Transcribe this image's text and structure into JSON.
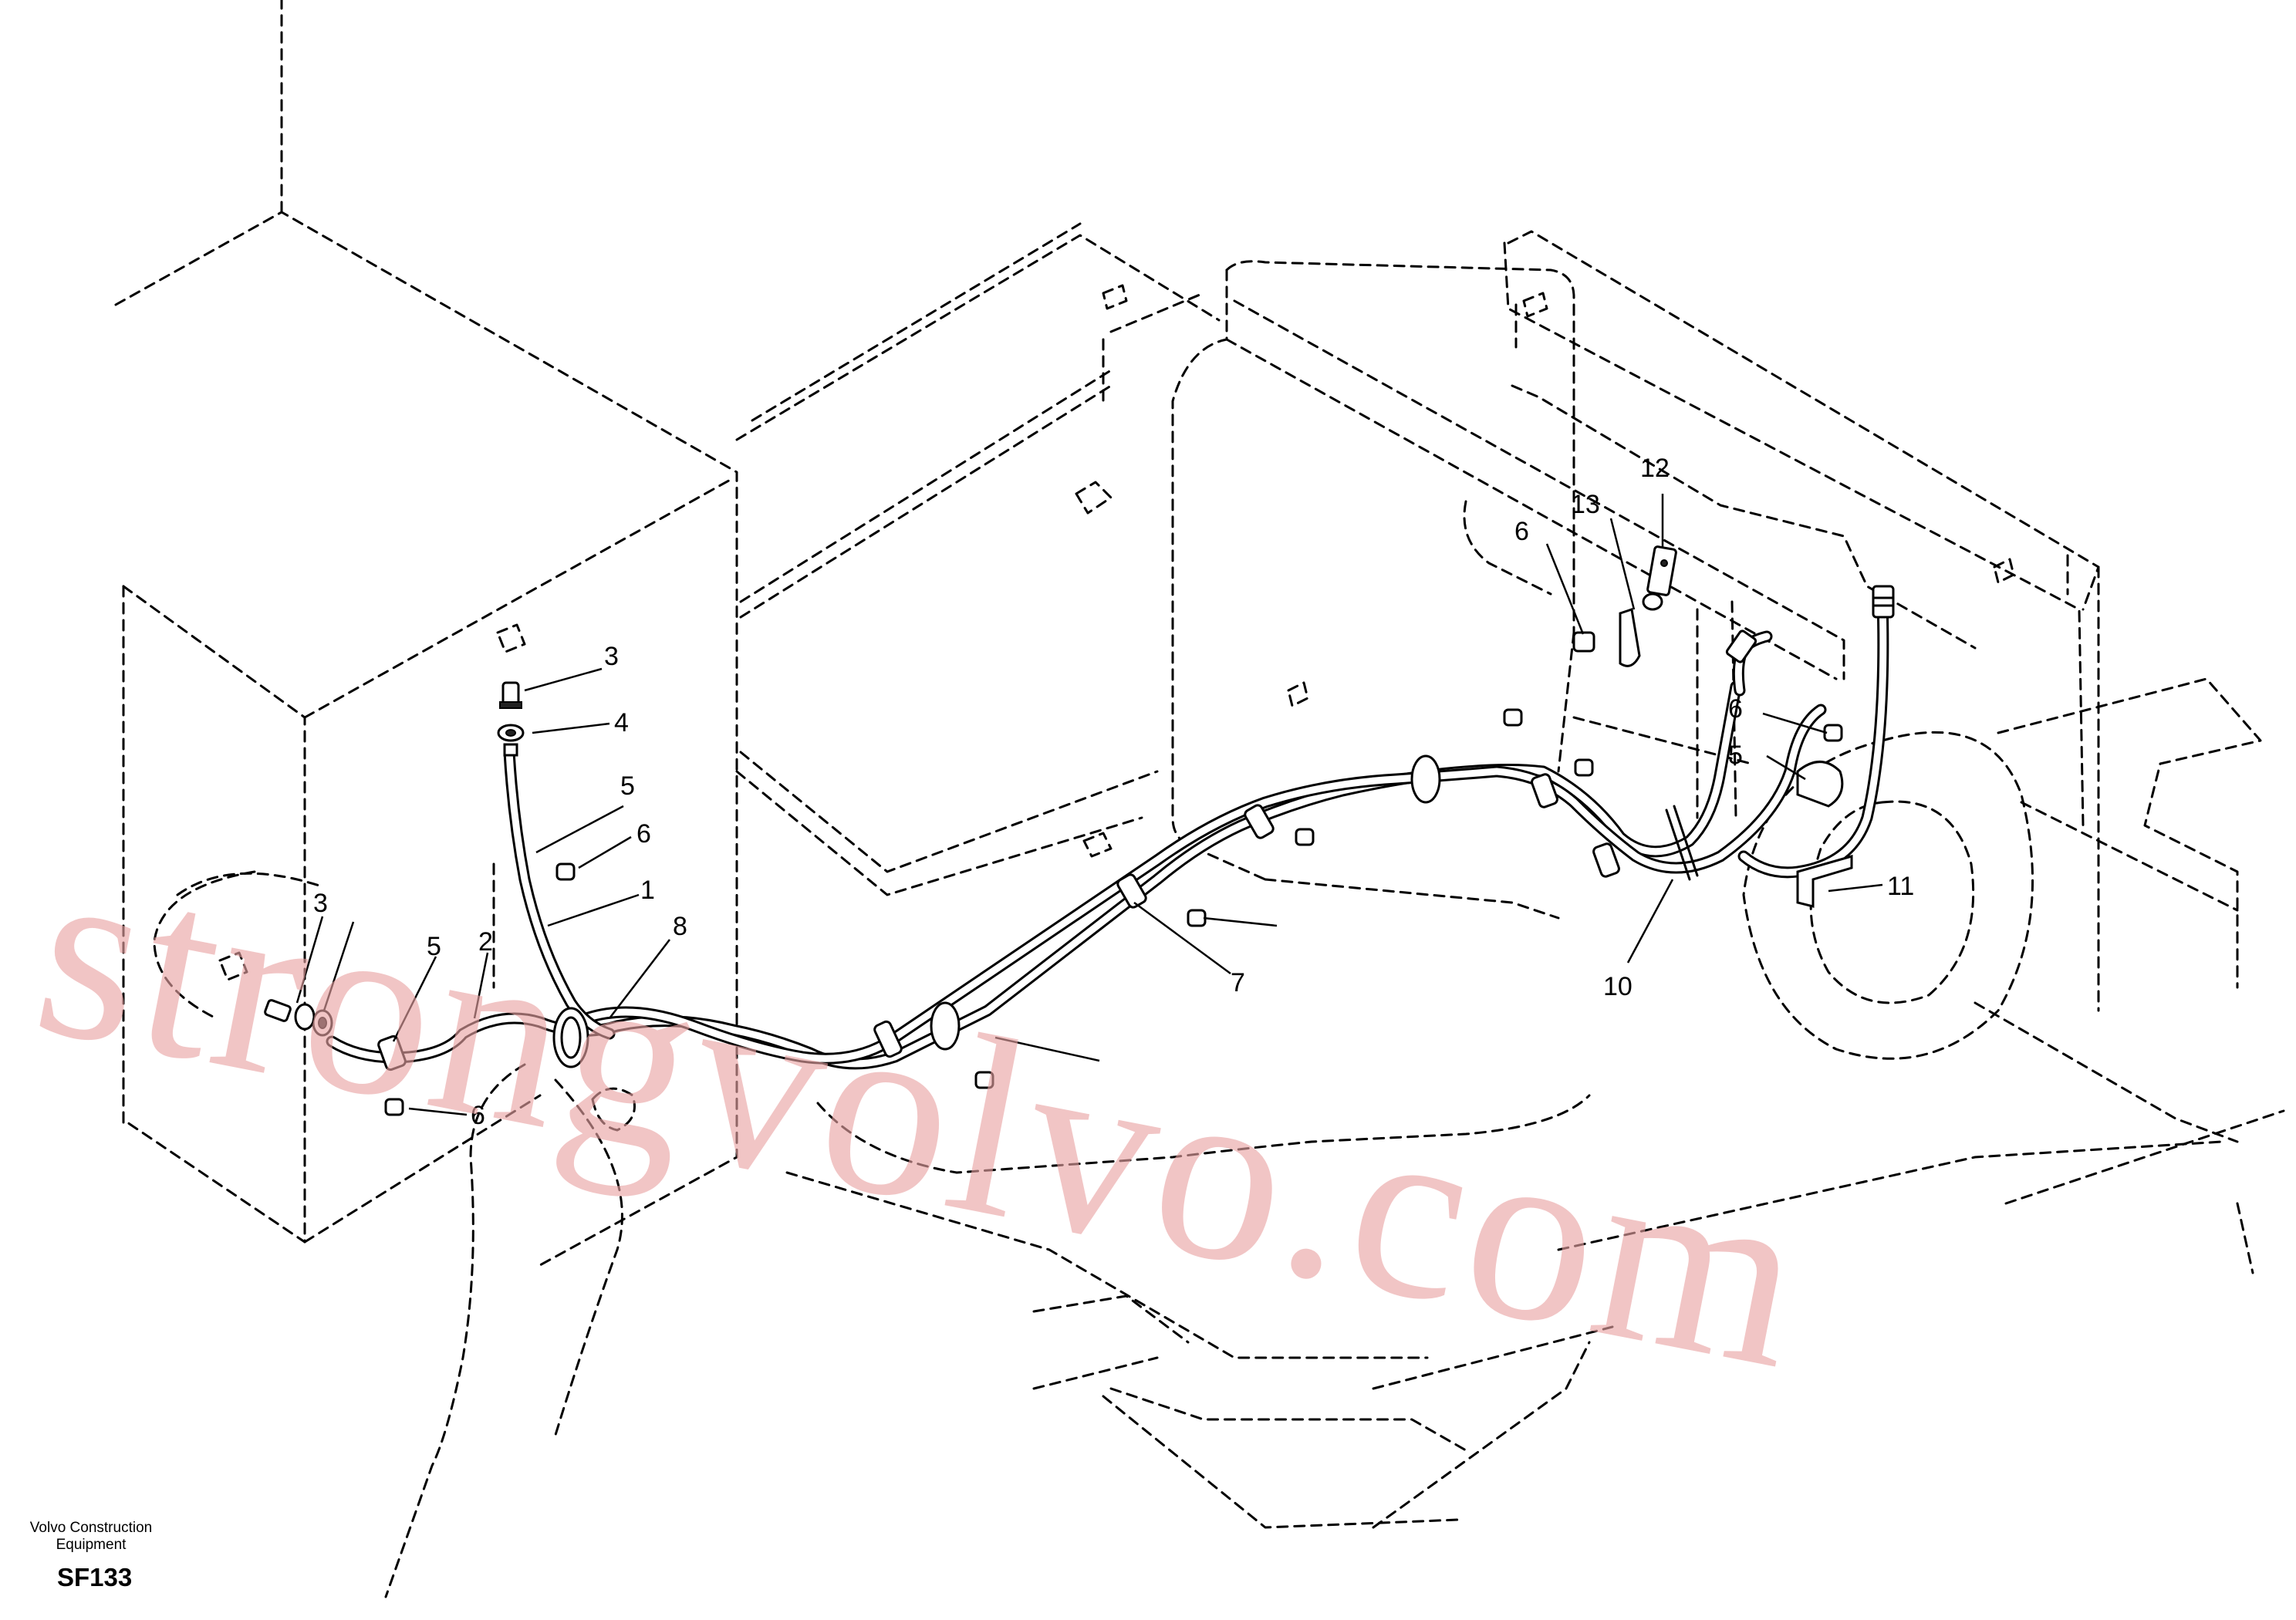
{
  "callouts": {
    "c3a": "3",
    "c4": "4",
    "c5a": "5",
    "c6a": "6",
    "c1": "1",
    "c8": "8",
    "c3b": "3",
    "c5b": "5",
    "c2": "2",
    "c6b": "6",
    "c7": "7",
    "c13": "13",
    "c12": "12",
    "c6c": "6",
    "c6d": "6",
    "c5c": "5",
    "c11": "11",
    "c10": "10"
  },
  "watermark": "strongvolvo.com",
  "footer": {
    "company_line1": "Volvo Construction",
    "company_line2": "Equipment",
    "code": "SF133"
  }
}
